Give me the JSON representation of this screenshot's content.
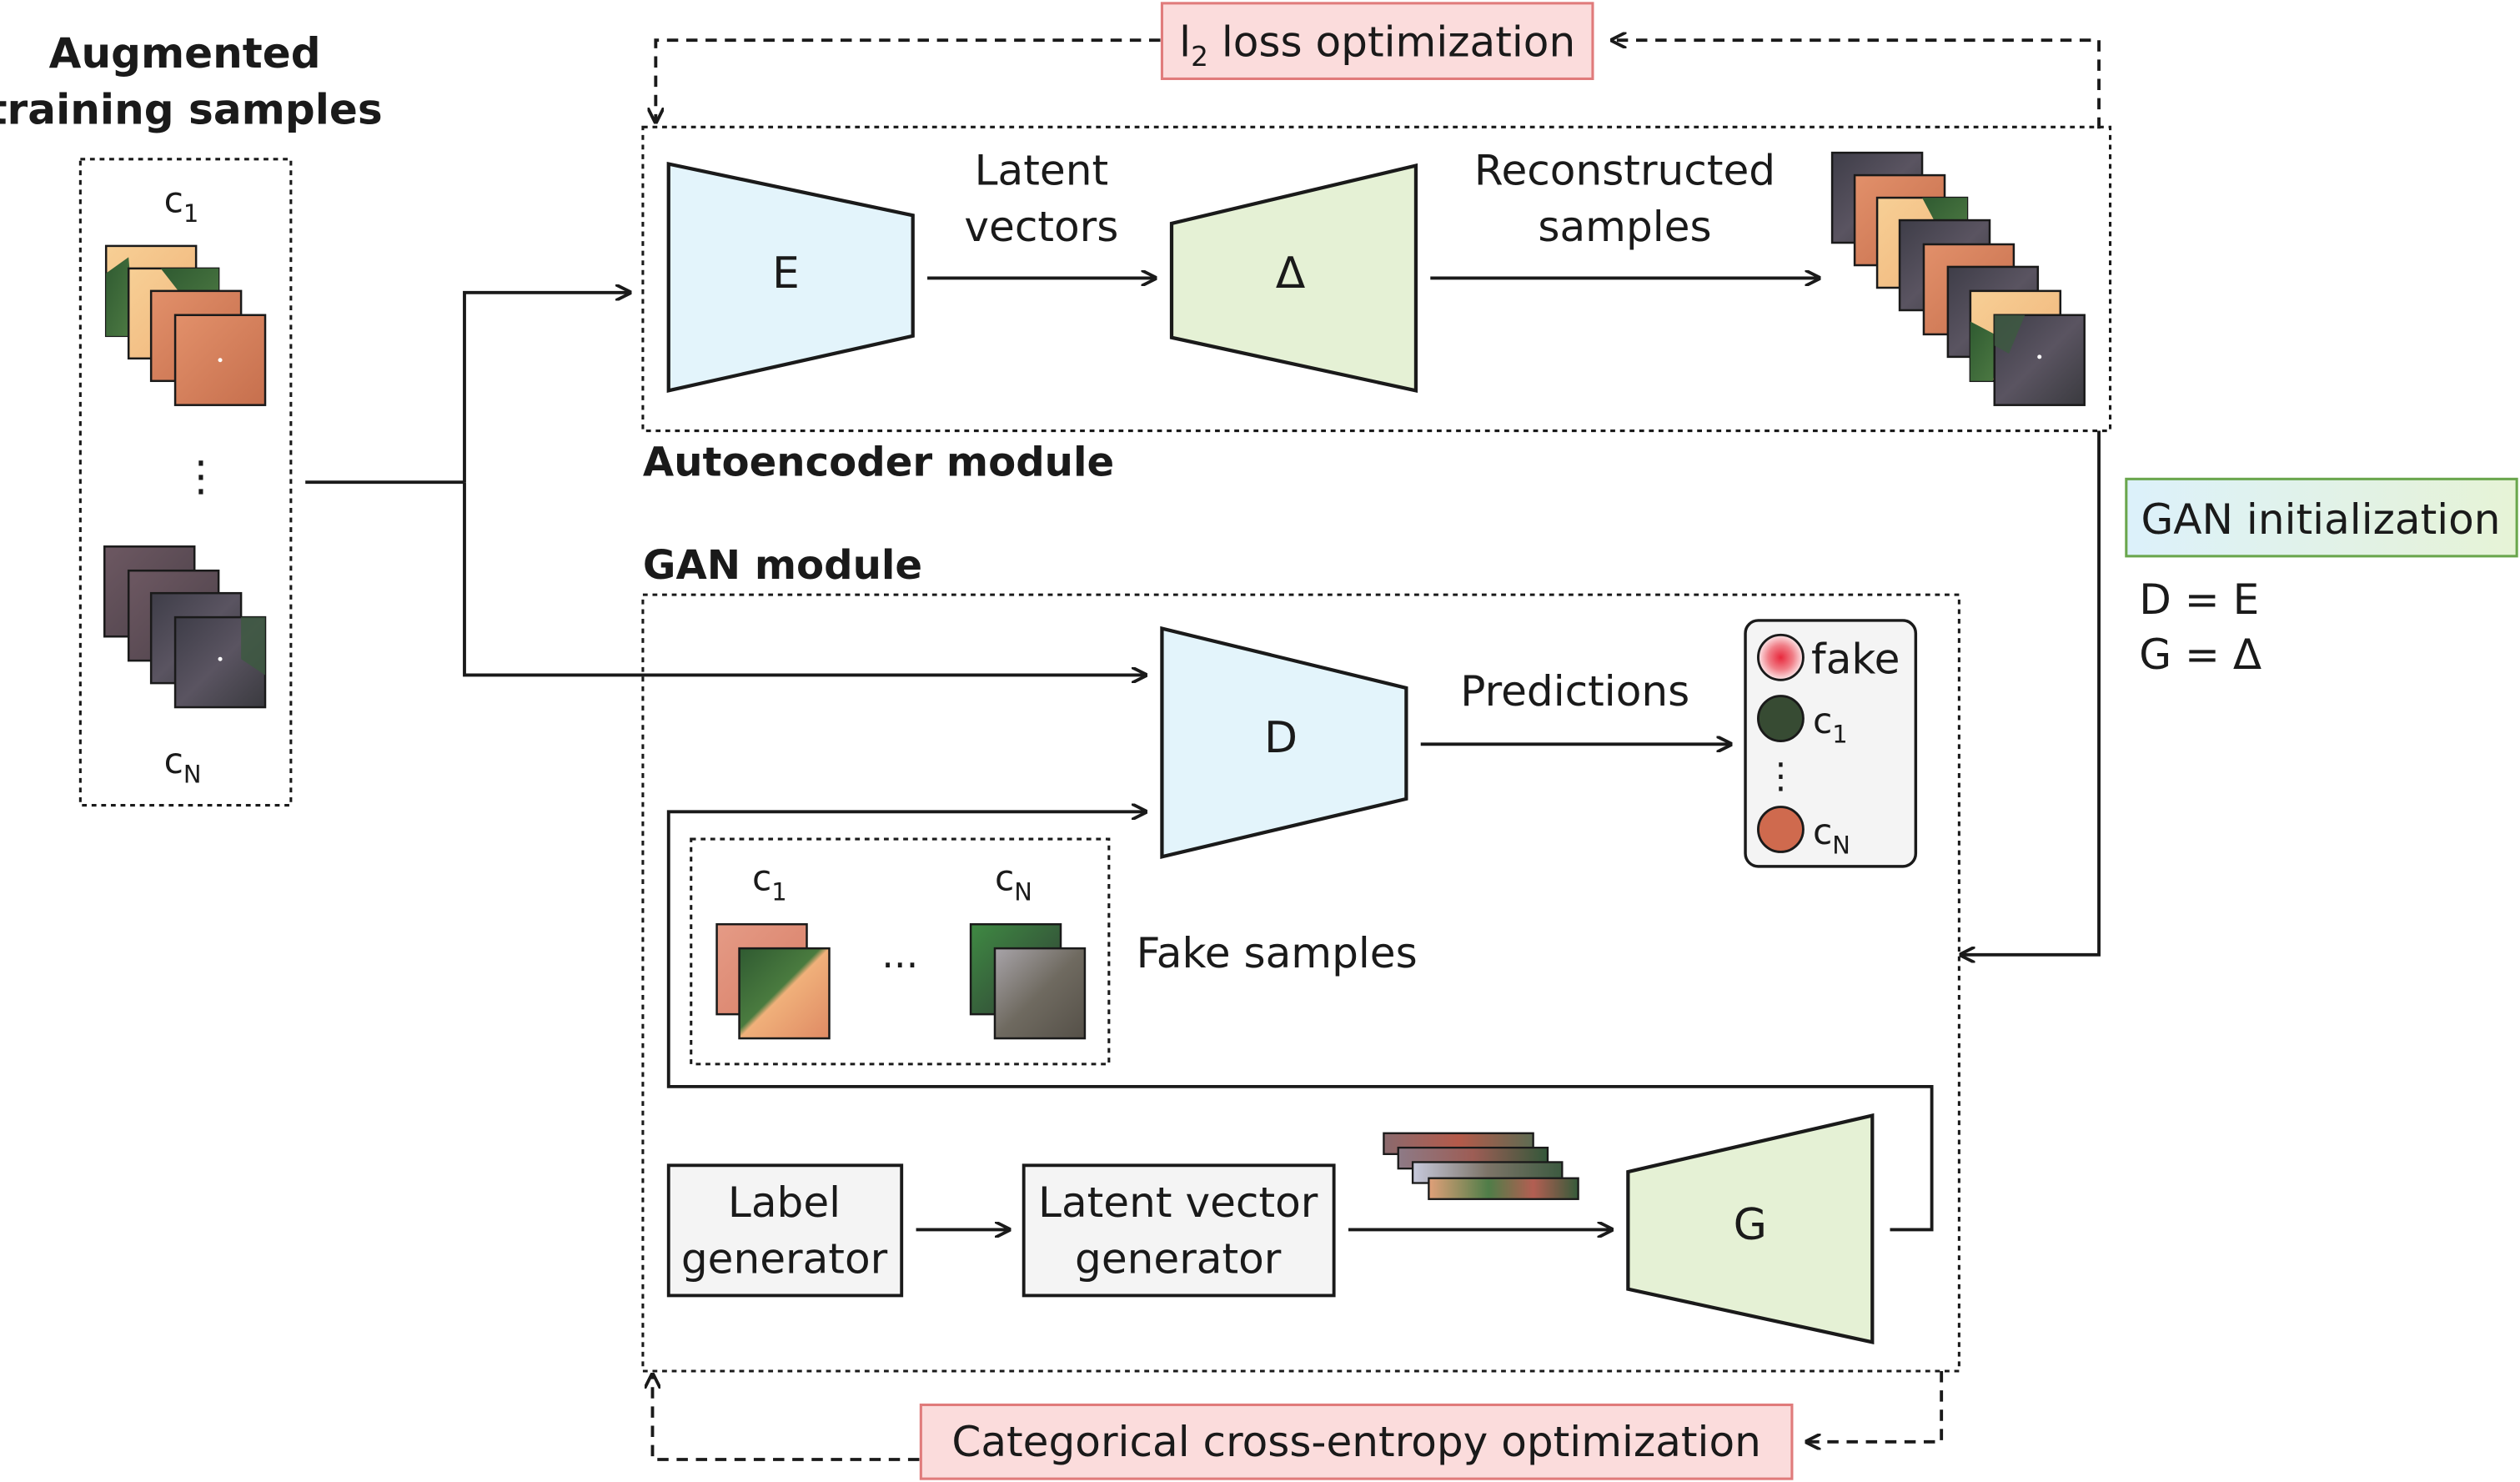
{
  "colors": {
    "encoder_fill": "#e3f4fb",
    "decoder_fill": "#e5f1d5",
    "l2_box_fill": "#fbdcdc",
    "l2_box_stroke": "#e07b7b",
    "ce_box_fill": "#fbdcdc",
    "gan_init_gradient": [
      "#dcf1fb",
      "#e6f3d6"
    ],
    "class1_circle": "#374b33",
    "classN_circle": "#cf6a4e",
    "fake_circle": "#e83b4a",
    "neutral_box_fill": "#f4f4f4"
  },
  "left_panel": {
    "title_line1": "Augmented",
    "title_line2": "training samples",
    "c1_base": "c",
    "c1_sub": "1",
    "cn_base": "c",
    "cn_sub": "N",
    "ellipsis": "⋮"
  },
  "autoencoder": {
    "module_label": "Autoencoder module",
    "encoder_label": "E",
    "decoder_label": "Δ",
    "latent_line1": "Latent",
    "latent_line2": "vectors",
    "recon_line1": "Reconstructed",
    "recon_line2": "samples"
  },
  "l2_loss": {
    "prefix": "l",
    "sub": "2",
    "rest": " loss optimization"
  },
  "gan_init": {
    "label": "GAN initialization",
    "eq1": "D = E",
    "eq2": "G = Δ"
  },
  "gan": {
    "module_label": "GAN module",
    "discriminator_label": "D",
    "generator_label": "G",
    "predictions_label": "Predictions",
    "fake_label": "fake",
    "pred_c1_base": "c",
    "pred_c1_sub": "1",
    "pred_cn_base": "c",
    "pred_cn_sub": "N",
    "pred_ellipsis": "⋮",
    "fake_samples_label": "Fake samples",
    "fs_c1_base": "c",
    "fs_c1_sub": "1",
    "fs_cn_base": "c",
    "fs_cn_sub": "N",
    "fs_ellipsis": "...",
    "label_gen_line1": "Label",
    "label_gen_line2": "generator",
    "latent_gen_line1": "Latent vector",
    "latent_gen_line2": "generator"
  },
  "ce_loss": {
    "label": "Categorical cross-entropy optimization"
  }
}
